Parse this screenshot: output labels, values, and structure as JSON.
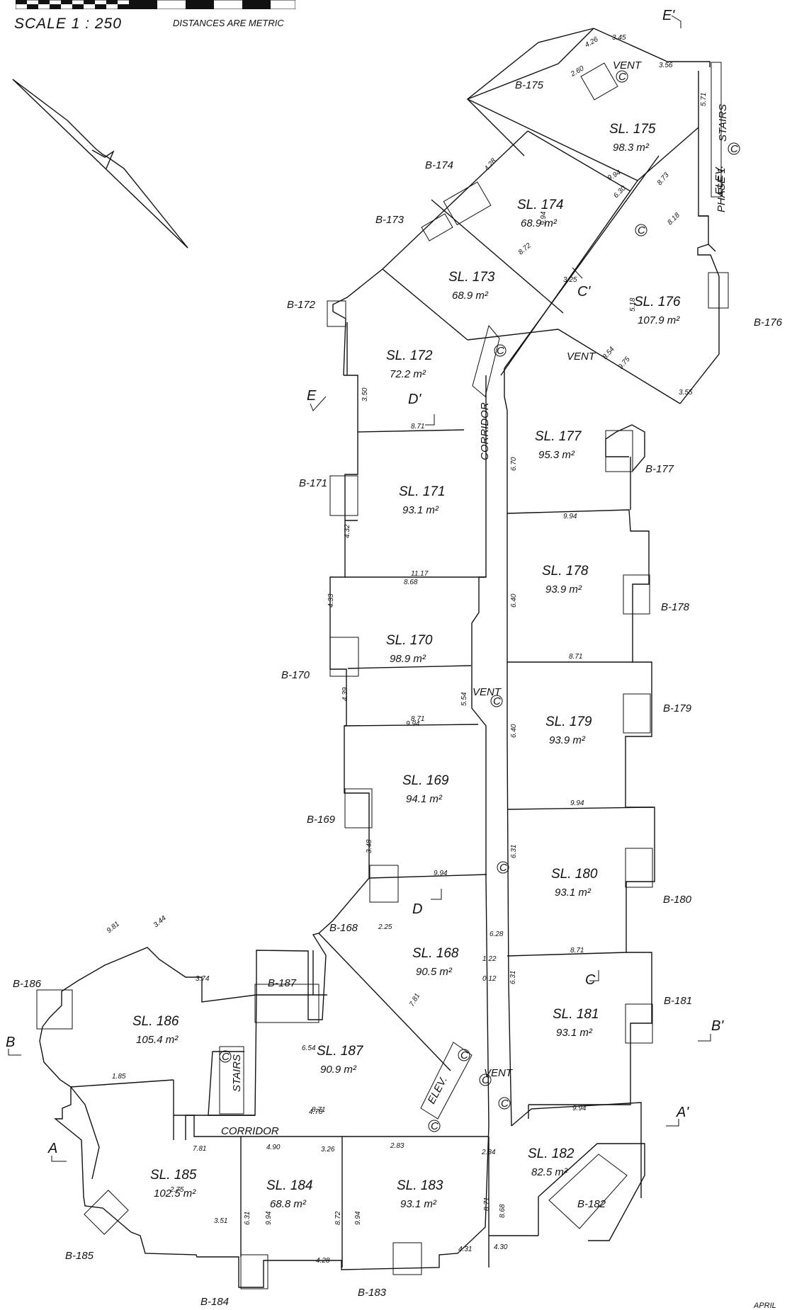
{
  "header": {
    "scale": "SCALE   1 : 250",
    "note": "DISTANCES ARE METRIC"
  },
  "footer": {
    "date": "APRIL"
  },
  "labels": {
    "corridor": "CORRIDOR",
    "vent": "VENT",
    "stairs": "STAIRS",
    "elev": "ELEV.",
    "phase": "PHASE 1",
    "common": "C"
  },
  "section_markers": [
    "A",
    "A'",
    "B",
    "B'",
    "C",
    "C'",
    "D",
    "D'",
    "E",
    "E'"
  ],
  "units": [
    {
      "lot": "SL. 175",
      "area": "98.3 m²"
    },
    {
      "lot": "SL. 174",
      "area": "68.9 m²"
    },
    {
      "lot": "SL. 173",
      "area": "68.9 m²"
    },
    {
      "lot": "SL. 176",
      "area": "107.9 m²"
    },
    {
      "lot": "SL. 172",
      "area": "72.2 m²"
    },
    {
      "lot": "SL. 177",
      "area": "95.3 m²"
    },
    {
      "lot": "SL. 171",
      "area": "93.1 m²"
    },
    {
      "lot": "SL. 178",
      "area": "93.9 m²"
    },
    {
      "lot": "SL. 170",
      "area": "98.9 m²"
    },
    {
      "lot": "SL. 179",
      "area": "93.9 m²"
    },
    {
      "lot": "SL. 169",
      "area": "94.1 m²"
    },
    {
      "lot": "SL. 180",
      "area": "93.1 m²"
    },
    {
      "lot": "SL. 168",
      "area": "90.5 m²"
    },
    {
      "lot": "SL. 181",
      "area": "93.1 m²"
    },
    {
      "lot": "SL. 186",
      "area": "105.4 m²"
    },
    {
      "lot": "SL. 187",
      "area": "90.9 m²"
    },
    {
      "lot": "SL. 185",
      "area": "102.5 m²"
    },
    {
      "lot": "SL. 184",
      "area": "68.8 m²"
    },
    {
      "lot": "SL. 183",
      "area": "93.1 m²"
    },
    {
      "lot": "SL. 182",
      "area": "82.5 m²"
    }
  ],
  "bins": [
    "B-175",
    "B-174",
    "B-173",
    "B-172",
    "B-176",
    "B-177",
    "B-171",
    "B-178",
    "B-170",
    "B-179",
    "B-169",
    "B-180",
    "B-168",
    "B-181",
    "B-186",
    "B-187",
    "B-185",
    "B-184",
    "B-183",
    "B-182"
  ],
  "dimensions": [
    "4.26",
    "3.45",
    "3.56",
    "2.60",
    "5.71",
    "8.73",
    "9.94",
    "6.30",
    "8.18",
    "4.28",
    "9.94",
    "8.72",
    "3.25",
    "5.18",
    "9.75",
    "8.54",
    "3.55",
    "8.71",
    "6.70",
    "9.94",
    "6.40",
    "8.71",
    "6.40",
    "9.94",
    "6.31",
    "8.71",
    "6.31",
    "9.94",
    "8.68",
    "11.17",
    "9.94",
    "8.71",
    "9.94",
    "8.71",
    "7.81",
    "9.81",
    "3.44",
    "3.74",
    "1.85",
    "6.54",
    "4.78",
    "7.81",
    "4.90",
    "3.26",
    "2.83",
    "6.31",
    "9.94",
    "8.72",
    "9.94",
    "8.71",
    "8.68",
    "2.84",
    "4.30",
    "2.75",
    "3.51",
    "4.28",
    "4.31",
    "3.50",
    "4.32",
    "4.33",
    "4.39",
    "3.48",
    "5.54",
    "2.25",
    "6.28",
    "1.22",
    "0.12"
  ]
}
